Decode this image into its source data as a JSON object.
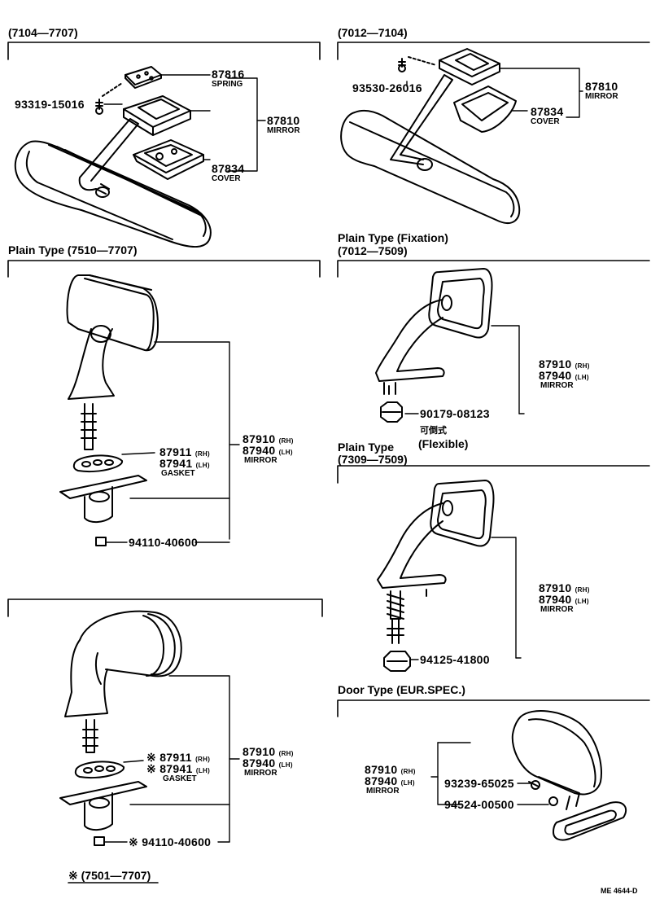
{
  "diagram_code": "ME 4644-D",
  "sections": {
    "s1": {
      "header": "(7104—7707)",
      "p1": "87816",
      "p1_desc": "SPRING",
      "p2": "93319-15016",
      "p3": "87810",
      "p3_desc": "MIRROR",
      "p4": "87834",
      "p4_desc": "COVER"
    },
    "s2": {
      "header": "(7012—7104)",
      "p1": "93530-26016",
      "p2": "87810",
      "p2_desc": "MIRROR",
      "p3": "87834",
      "p3_desc": "COVER"
    },
    "s3": {
      "header": "Plain  Type (7510—7707)",
      "p1": "87911",
      "p1_side": "(RH)",
      "p2": "87941",
      "p2_side": "(LH)",
      "p2_desc": "GASKET",
      "p3": "87910",
      "p3_side": "(RH)",
      "p4": "87940",
      "p4_side": "(LH)",
      "p4_desc": "MIRROR",
      "p5": "94110-40600"
    },
    "s4": {
      "header1": "Plain  Type (Fixation)",
      "header2": "(7012—7509)",
      "p1": "87910",
      "p1_side": "(RH)",
      "p2": "87940",
      "p2_side": "(LH)",
      "p2_desc": "MIRROR",
      "p3": "90179-08123"
    },
    "s5": {
      "header0": "可倒式",
      "header0b": "(Flexible)",
      "header1": "Plain  Type",
      "header2": "(7309—7509)",
      "p1": "87910",
      "p1_side": "(RH)",
      "p2": "87940",
      "p2_side": "(LH)",
      "p2_desc": "MIRROR",
      "p3": "94125-41800"
    },
    "s6": {
      "p1": "※ 87911",
      "p1_side": "(RH)",
      "p2": "※ 87941",
      "p2_side": "(LH)",
      "p2_desc": "GASKET",
      "p3": "87910",
      "p3_side": "(RH)",
      "p4": "87940",
      "p4_side": "(LH)",
      "p4_desc": "MIRROR",
      "p5": "※ 94110-40600",
      "footnote": "※ (7501—7707)"
    },
    "s7": {
      "header": "Door  Type (EUR.SPEC.)",
      "p1": "87910",
      "p1_side": "(RH)",
      "p2": "87940",
      "p2_side": "(LH)",
      "p2_desc": "MIRROR",
      "p3": "93239-65025",
      "p4": "94524-00500"
    }
  }
}
